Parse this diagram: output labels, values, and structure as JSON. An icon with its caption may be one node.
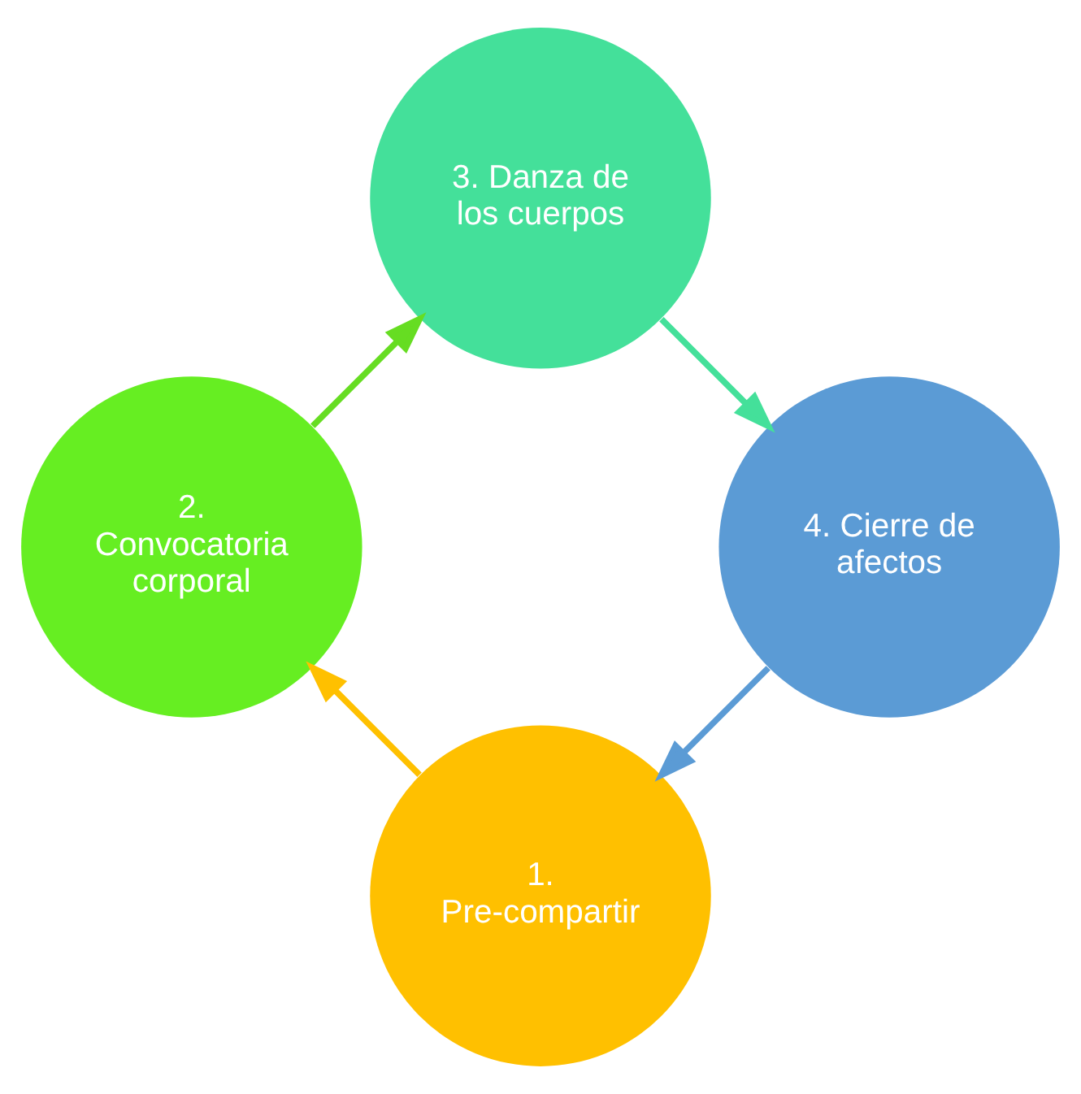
{
  "diagram": {
    "nodes": [
      {
        "text": [
          "1. Pre-compartir"
        ]
      },
      {
        "text": [
          "2. Convocatoria corporal"
        ]
      },
      {
        "text": [
          "3. Danza de los cuerpos"
        ]
      },
      {
        "text": [
          "4. Cierre de afectos"
        ]
      }
    ],
    "edges": [
      {
        "from": 0,
        "to": 1,
        "arrow": "to",
        "color": "#ffc000"
      },
      {
        "from": 1,
        "to": 2,
        "arrow": "to",
        "color": "#66dd22"
      },
      {
        "from": 2,
        "to": 3,
        "arrow": "to",
        "color": "#44e09a"
      },
      {
        "from": 3,
        "to": 0,
        "arrow": "to",
        "color": "#5b9bd5"
      }
    ]
  }
}
